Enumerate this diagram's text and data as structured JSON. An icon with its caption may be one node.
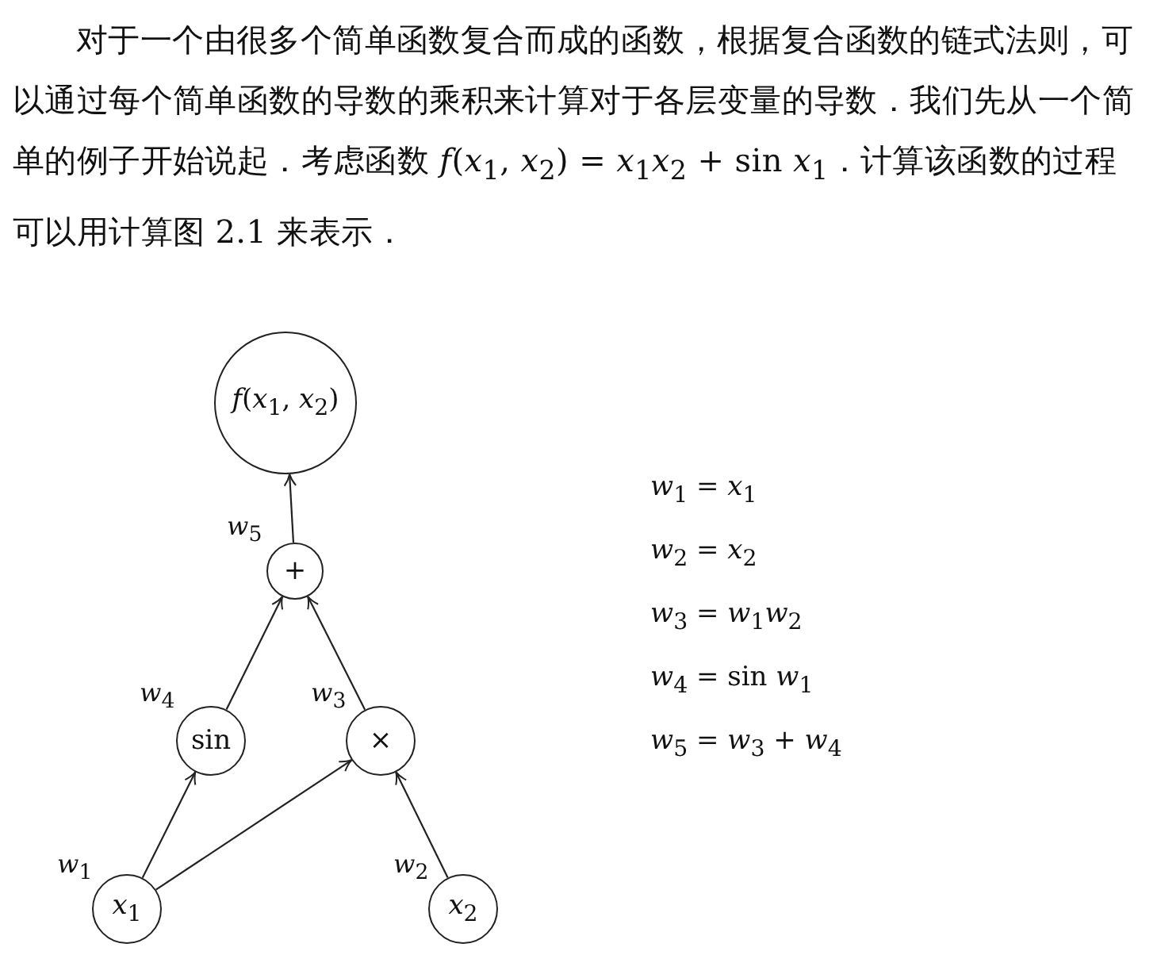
{
  "diagram": {
    "nodes": [
      {
        "text": [
          "*f*(*x*$_{1}$, *x*$_{2}$)"
        ]
      },
      {
        "text": [
          "+"
        ],
        "beside": [
          "*w*$_{5}$"
        ]
      },
      {
        "text": [
          "sin"
        ],
        "beside": [
          "*w*$_{4}$"
        ]
      },
      {
        "text": [
          "×"
        ],
        "beside": [
          "*w*$_{3}$"
        ]
      },
      {
        "text": [
          "*x*$_{1}$"
        ],
        "beside": [
          "*w*$_{1}$"
        ]
      },
      {
        "text": [
          "*x*$_{2}$"
        ],
        "beside": [
          "*w*$_{2}$"
        ]
      }
    ],
    "edges": [
      {
        "from": 4,
        "to": 2,
        "arrow": "to"
      },
      {
        "from": 4,
        "to": 3,
        "arrow": "to"
      },
      {
        "from": 5,
        "to": 3,
        "arrow": "to"
      },
      {
        "from": 2,
        "to": 1,
        "arrow": "to"
      },
      {
        "from": 3,
        "to": 1,
        "arrow": "to"
      },
      {
        "from": 1,
        "to": 0,
        "arrow": "to"
      }
    ],
    "labels": [
      "对于一个由很多个简单函数复合而成的函数，根据复合函数的链式法则，可以通过每个简单函数的导数的乘积来计算对于各层变量的导数．我们先从一个简单的例子开始说起．考虑函数 *f*(*x*$_{1}$, *x*$_{2}$) = *x*$_{1}$*x*$_{2}$ + sin *x*$_{1}$．计算该函数的过程可以用计算图 2.1 来表示．",
      "*w*$_{1}$ = *x*$_{1}$",
      "*w*$_{2}$ = *x*$_{2}$",
      "*w*$_{3}$ = *w*$_{1}$*w*$_{2}$",
      "*w*$_{4}$ = sin *w*$_{1}$",
      "*w*$_{5}$ = *w*$_{3}$ + *w*$_{4}$"
    ]
  }
}
